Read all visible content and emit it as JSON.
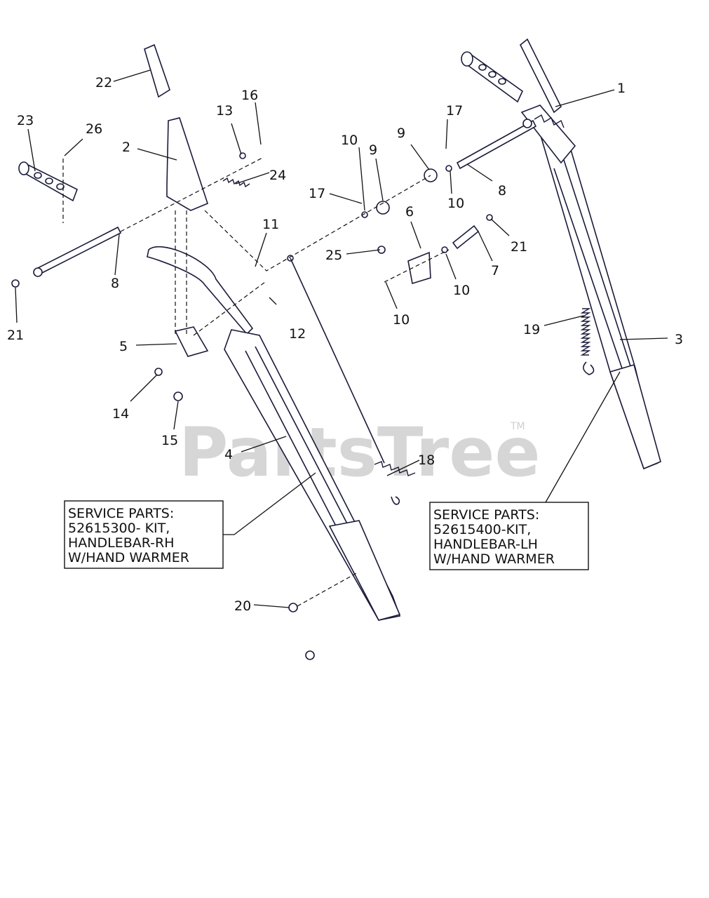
{
  "watermark": {
    "text": "PartsTree",
    "trademark": "TM"
  },
  "callouts": {
    "c1": "1",
    "c2": "2",
    "c3": "3",
    "c4": "4",
    "c5": "5",
    "c6": "6",
    "c7": "7",
    "c8a": "8",
    "c8b": "8",
    "c9a": "9",
    "c9b": "9",
    "c10a": "10",
    "c10b": "10",
    "c10c": "10",
    "c10d": "10",
    "c11": "11",
    "c12": "12",
    "c13": "13",
    "c14": "14",
    "c15": "15",
    "c16": "16",
    "c17a": "17",
    "c17b": "17",
    "c18": "18",
    "c19": "19",
    "c20": "20",
    "c21a": "21",
    "c21b": "21",
    "c22": "22",
    "c23": "23",
    "c24": "24",
    "c25": "25",
    "c26": "26"
  },
  "service_boxes": {
    "rh": {
      "line1": "SERVICE PARTS:",
      "line2": "52615300- KIT,",
      "line3": "HANDLEBAR-RH",
      "line4": "W/HAND WARMER"
    },
    "lh": {
      "line1": "SERVICE PARTS:",
      "line2": "52615400-KIT,",
      "line3": "HANDLEBAR-LH",
      "line4": "W/HAND WARMER"
    }
  }
}
